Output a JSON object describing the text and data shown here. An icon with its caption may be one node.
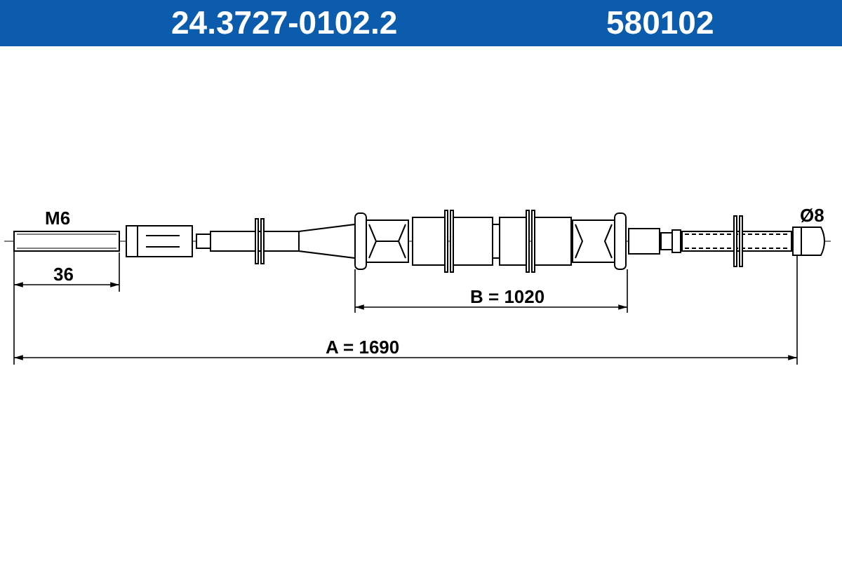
{
  "diagram": {
    "title": "24.3727-0102.2",
    "labels": [
      "580102",
      "M6",
      "Ø8",
      "36",
      "B = 1020",
      "A = 1690"
    ]
  }
}
